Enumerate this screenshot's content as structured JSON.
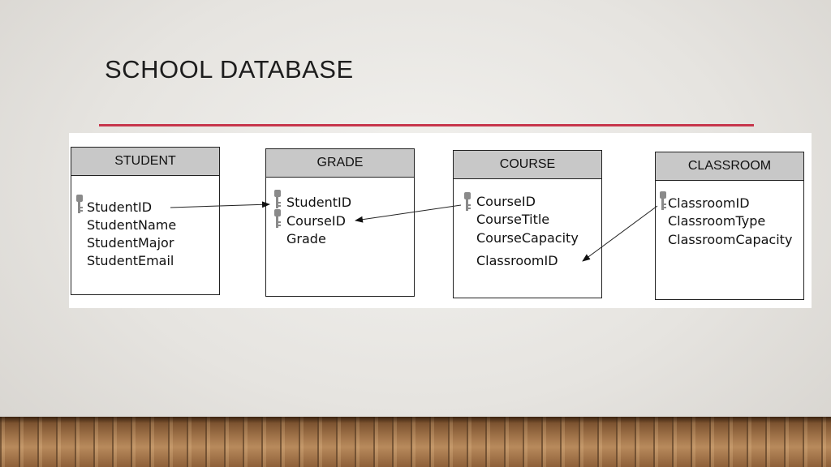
{
  "slide": {
    "title": "SCHOOL DATABASE"
  },
  "colors": {
    "rule": "#c7364c",
    "header_fill": "#c8c8c8",
    "key_icon": "#8a8a8a"
  },
  "entities": [
    {
      "name": "STUDENT",
      "fields": [
        "StudentID",
        "StudentName",
        "StudentMajor",
        "StudentEmail"
      ],
      "keys": [
        "StudentID"
      ]
    },
    {
      "name": "GRADE",
      "fields": [
        "StudentID",
        "CourseID",
        "Grade"
      ],
      "keys": [
        "StudentID",
        "CourseID"
      ]
    },
    {
      "name": "COURSE",
      "fields": [
        "CourseID",
        "CourseTitle",
        "CourseCapacity",
        "ClassroomID"
      ],
      "keys": [
        "CourseID"
      ]
    },
    {
      "name": "CLASSROOM",
      "fields": [
        "ClassroomID",
        "ClassroomType",
        "ClassroomCapacity"
      ],
      "keys": [
        "ClassroomID"
      ]
    }
  ],
  "relationships": [
    {
      "from": "STUDENT.StudentID",
      "to": "GRADE.StudentID"
    },
    {
      "from": "COURSE.CourseID",
      "to": "GRADE.CourseID"
    },
    {
      "from": "CLASSROOM.ClassroomID",
      "to": "COURSE.ClassroomID"
    }
  ]
}
